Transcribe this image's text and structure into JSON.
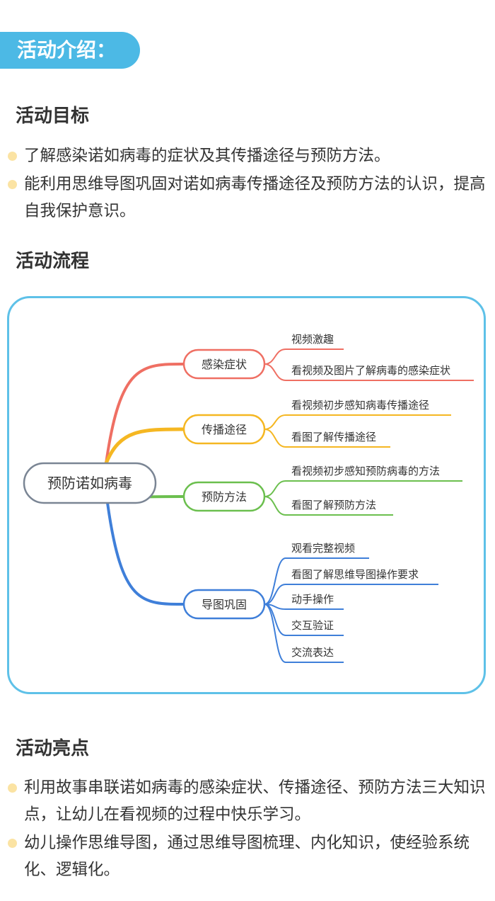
{
  "intro": {
    "title": "活动介绍："
  },
  "goals": {
    "heading": "活动目标",
    "items": [
      "了解感染诺如病毒的症状及其传播途径与预防方法。",
      "能利用思维导图巩固对诺如病毒传播途径及预防方法的认识，提高自我保护意识。"
    ]
  },
  "process": {
    "heading": "活动流程",
    "center": "预防诺如病毒",
    "branches": [
      {
        "label": "感染症状",
        "color": "#ef6f63",
        "leaves": [
          "视频激趣",
          "看视频及图片了解病毒的感染症状"
        ]
      },
      {
        "label": "传播途径",
        "color": "#f5b722",
        "leaves": [
          "看视频初步感知病毒传播途径",
          "看图了解传播途径"
        ]
      },
      {
        "label": "预防方法",
        "color": "#6bbf4e",
        "leaves": [
          "看视频初步感知预防病毒的方法",
          "看图了解预防方法"
        ]
      },
      {
        "label": "导图巩固",
        "color": "#3f7fd9",
        "leaves": [
          "观看完整视频",
          "看图了解思维导图操作要求",
          "动手操作",
          "交互验证",
          "交流表达"
        ]
      }
    ]
  },
  "highlights": {
    "heading": "活动亮点",
    "items": [
      "利用故事串联诺如病毒的感染症状、传播途径、预防方法三大知识点，让幼儿在看视频的过程中快乐学习。",
      "幼儿操作思维导图，通过思维导图梳理、内化知识，使经验系统化、逻辑化。"
    ]
  }
}
